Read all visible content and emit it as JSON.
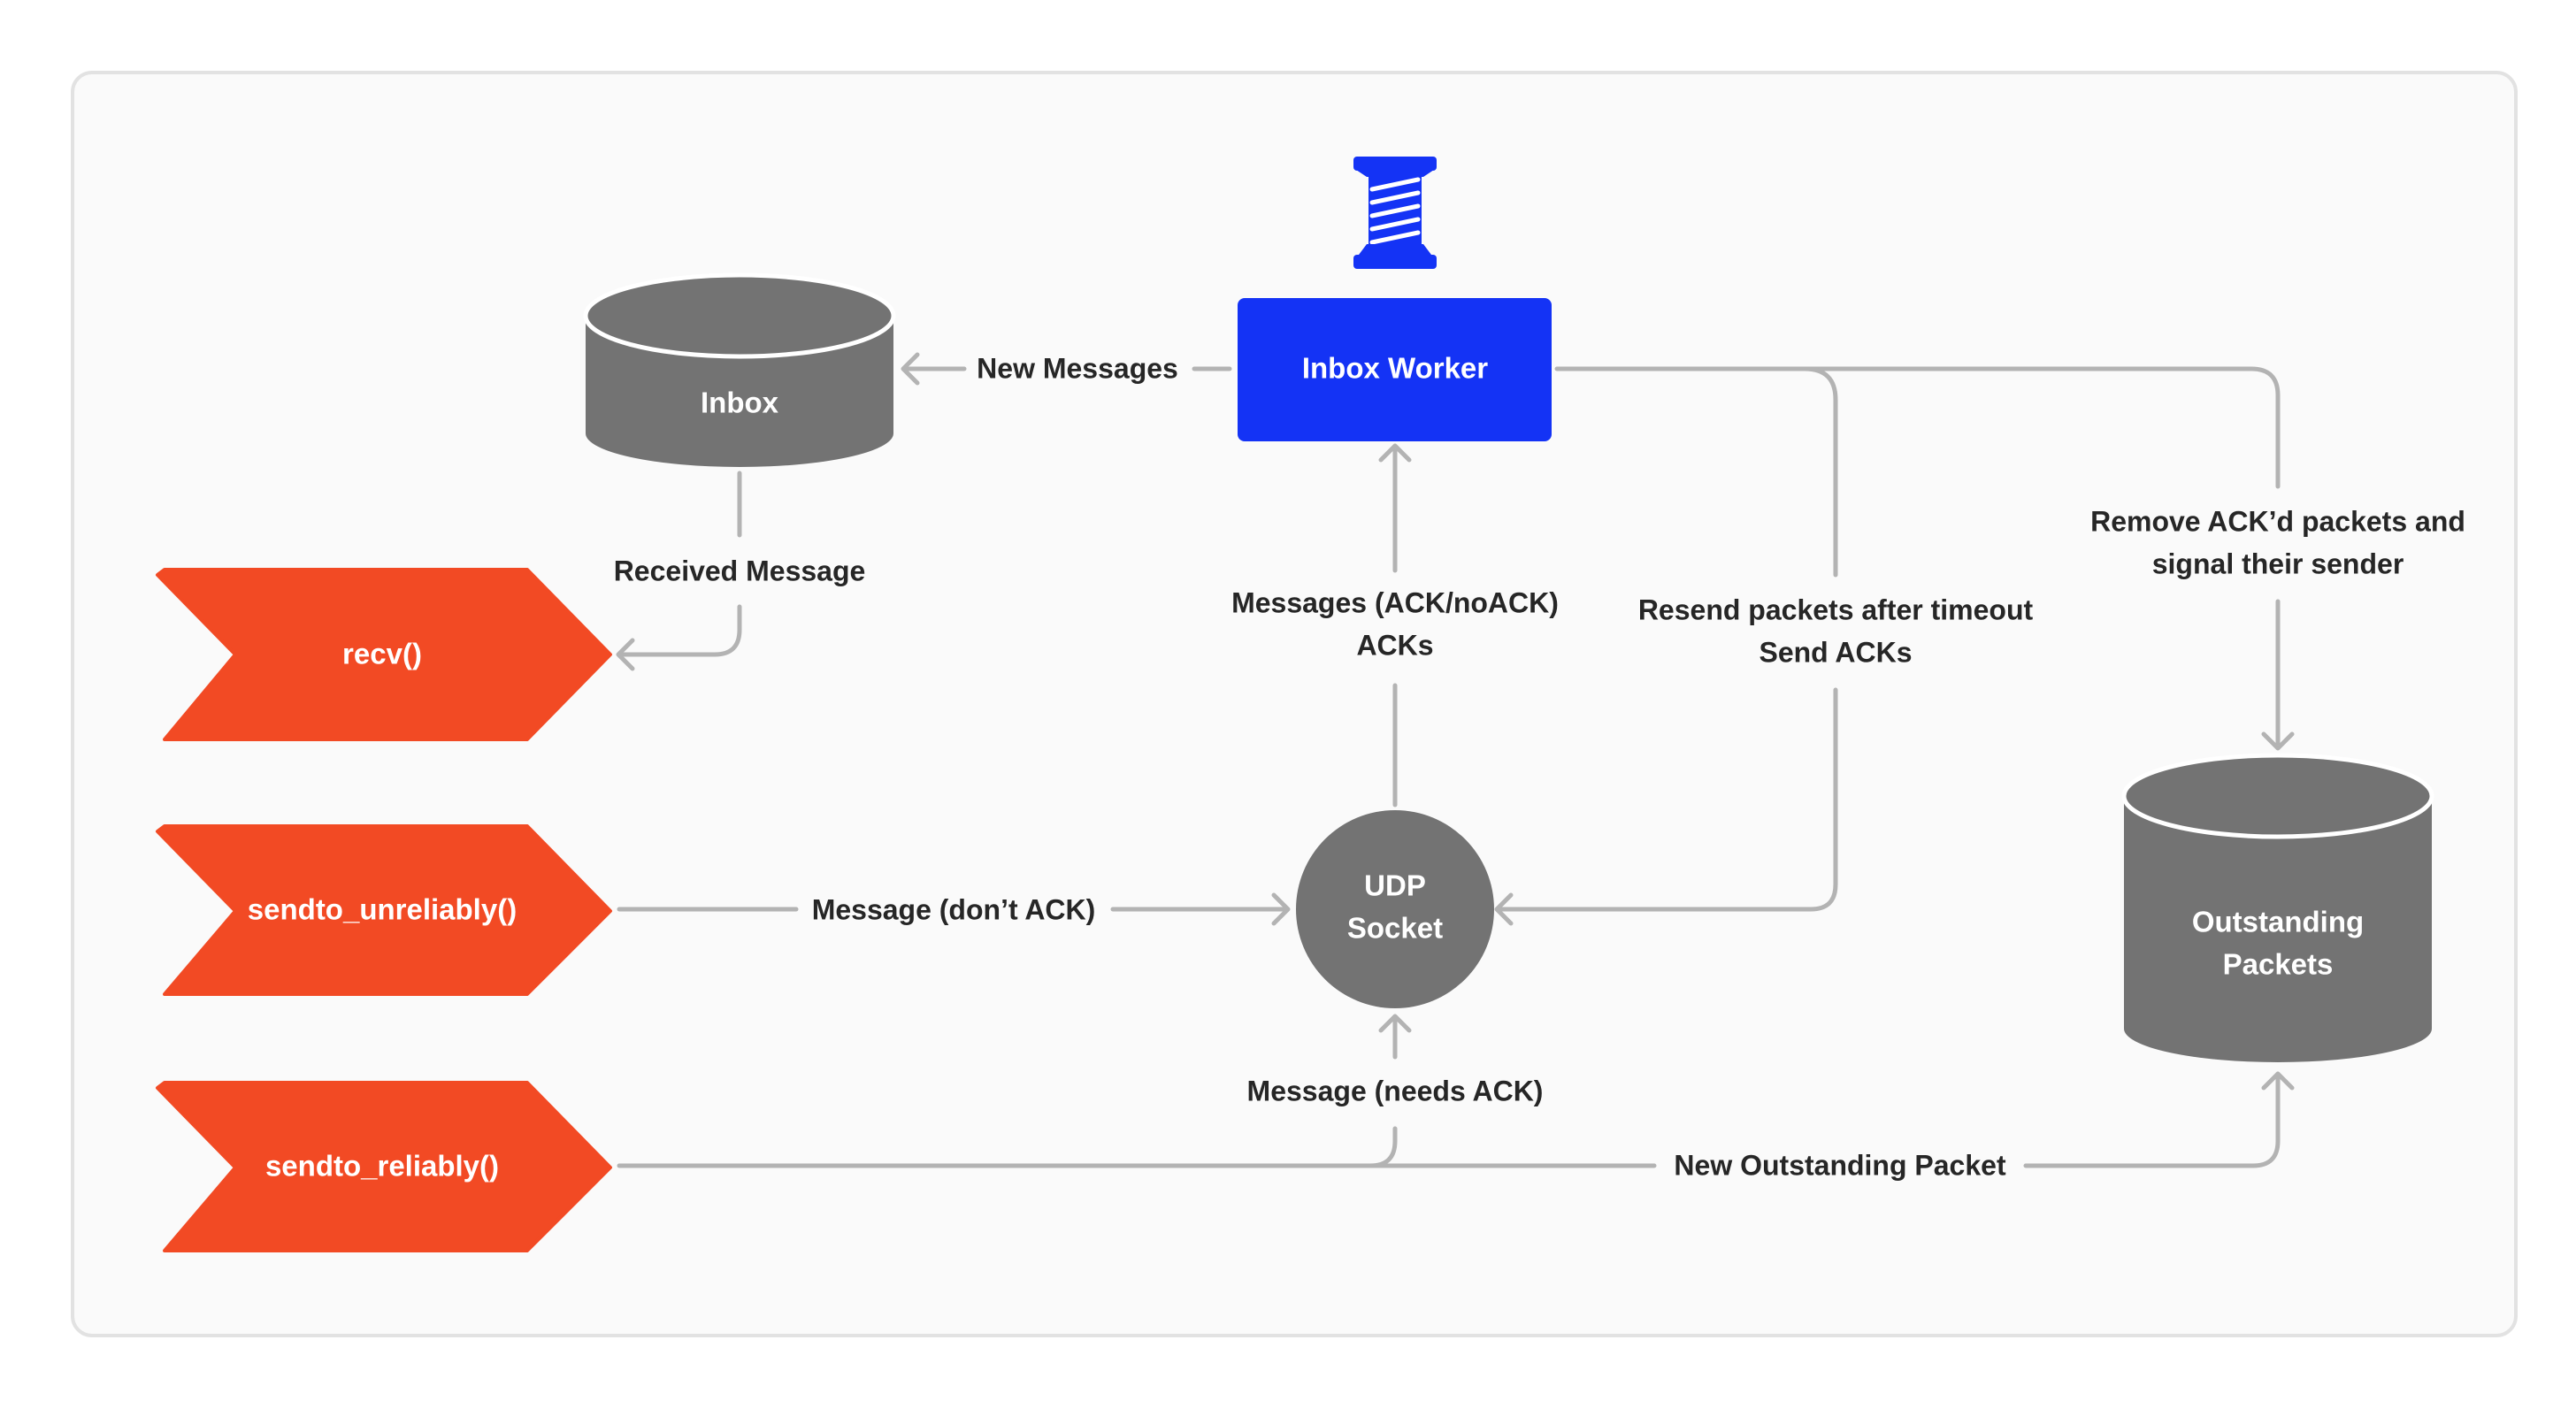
{
  "nodes": {
    "inbox": "Inbox",
    "inbox_worker": "Inbox Worker",
    "udp_socket": [
      "UDP",
      "Socket"
    ],
    "outstanding_packets": [
      "Outstanding",
      "Packets"
    ],
    "recv": "recv()",
    "sendto_unreliably": "sendto_unreliably()",
    "sendto_reliably": "sendto_reliably()"
  },
  "edges": {
    "new_messages": "New Messages",
    "received_message": "Received Message",
    "messages_ack": [
      "Messages (ACK/noACK)",
      "ACKs"
    ],
    "resend": [
      "Resend packets after timeout",
      "Send ACKs"
    ],
    "remove_ackd": [
      "Remove ACK’d packets and",
      "signal their sender"
    ],
    "message_dont_ack": "Message (don’t ACK)",
    "message_needs_ack": "Message (needs ACK)",
    "new_outstanding": "New Outstanding Packet"
  },
  "icons": {
    "worker": "spool-thread-icon"
  },
  "colors": {
    "worker": "#1433f5",
    "function": "#f24a24",
    "storage": "#737373",
    "connector": "#b3b3b3",
    "panel": "#fafafa",
    "text": "#262626"
  }
}
